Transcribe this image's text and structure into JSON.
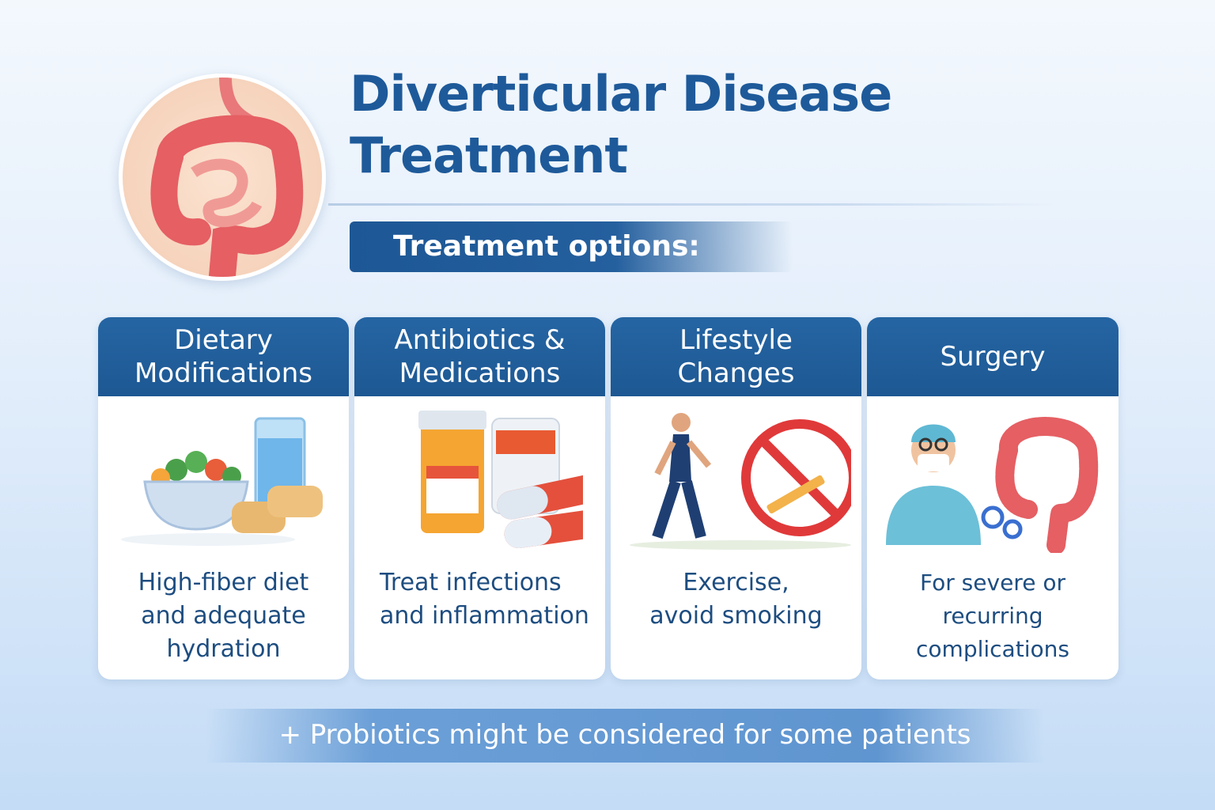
{
  "title": {
    "line1": "Diverticular Disease",
    "line2": "Treatment"
  },
  "subtitle": "Treatment options:",
  "cards": [
    {
      "title1": "Dietary",
      "title2": "Modifications",
      "text": [
        "High-fiber diet",
        "and adequate",
        "hydration"
      ],
      "icon": "salad-water-icon"
    },
    {
      "title1": "Antibiotics &",
      "title2": "Medications",
      "text": [
        "Treat infections",
        "and inflammation"
      ],
      "icon": "pill-bottles-icon"
    },
    {
      "title1": "Lifestyle",
      "title2": "Changes",
      "text": [
        "Exercise,",
        "avoid smoking"
      ],
      "icon": "runner-no-smoking-icon"
    },
    {
      "title1": "Surgery",
      "title2": "",
      "text": [
        "For severe or",
        "recurring complications"
      ],
      "icon": "surgeon-colon-icon"
    }
  ],
  "footer": "+ Probiotics might be considered for some patients",
  "colors": {
    "primary": "#1e5a9a",
    "header": "#2565a3",
    "text": "#1d4d80"
  }
}
